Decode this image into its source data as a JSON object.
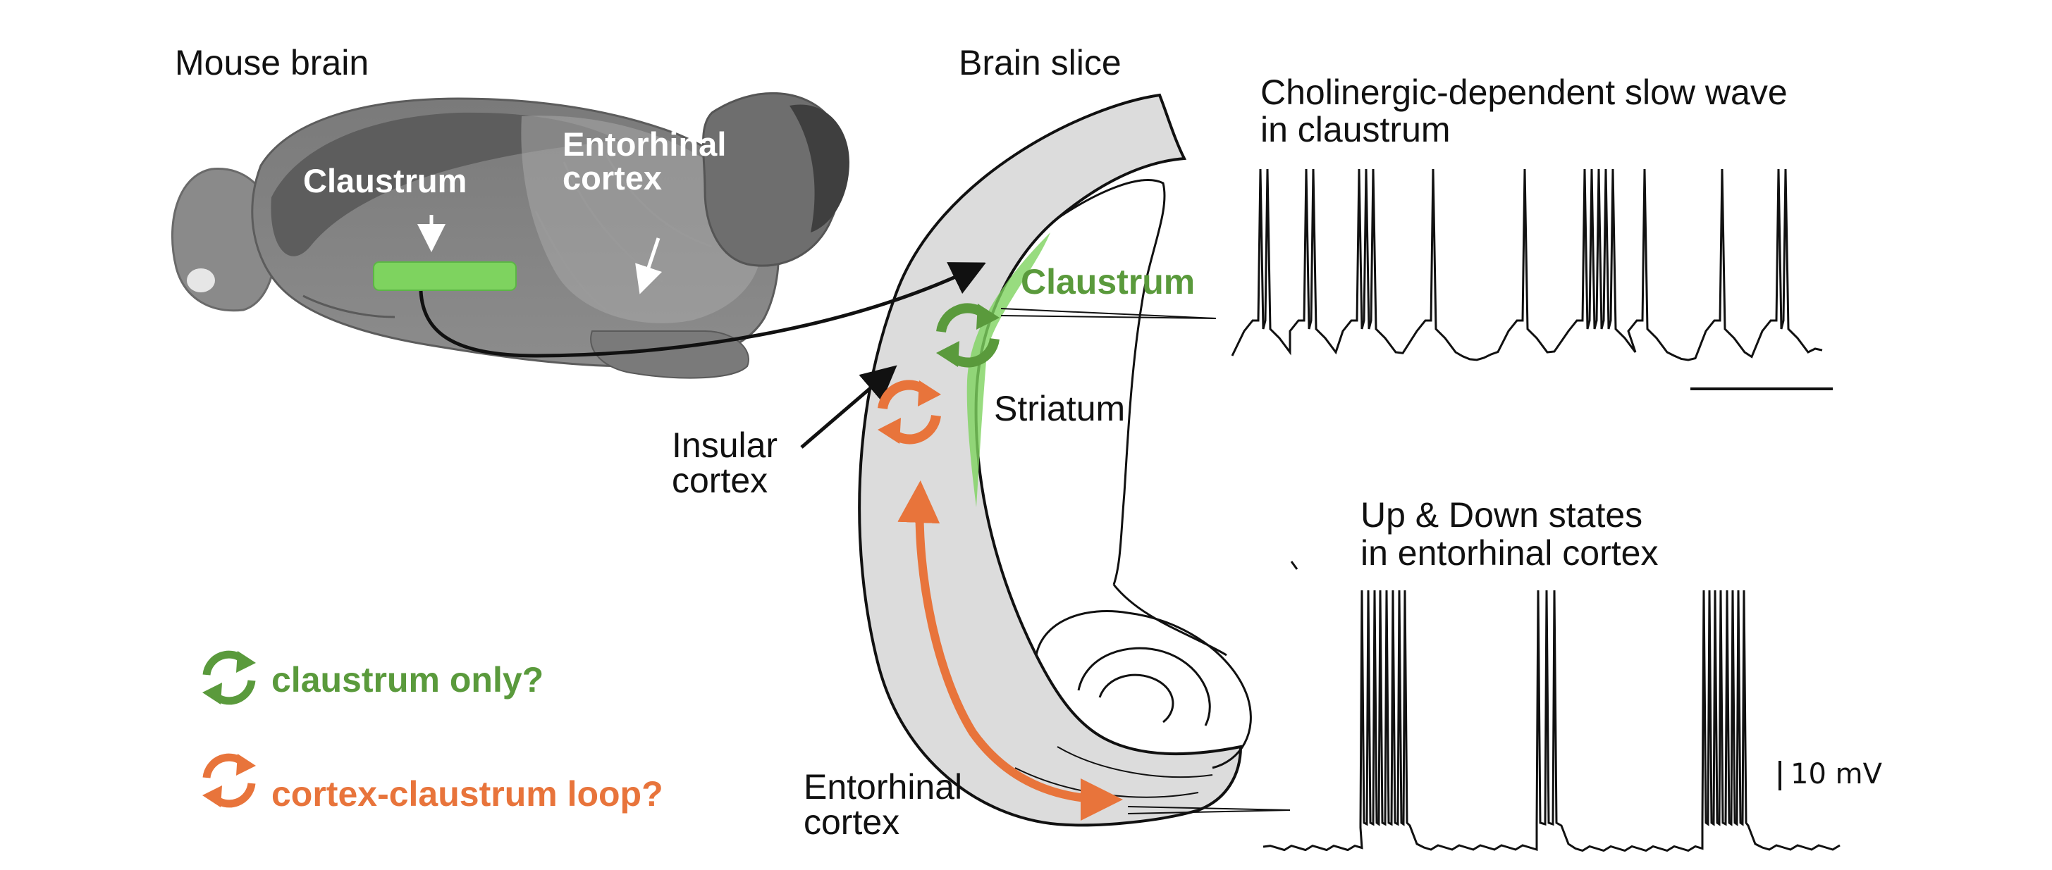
{
  "labels": {
    "mouse_brain": "Mouse brain",
    "brain_slice": "Brain slice",
    "claustrum_3d": "Claustrum",
    "entorhinal_3d_line1": "Entorhinal",
    "entorhinal_3d_line2": "cortex",
    "claustrum_slice": "Claustrum",
    "striatum": "Striatum",
    "insular_line1": "Insular",
    "insular_line2": "cortex",
    "entorhinal_slice_line1": "Entorhinal",
    "entorhinal_slice_line2": "cortex",
    "trace1_line1": "Cholinergic-dependent slow wave",
    "trace1_line2": "in claustrum",
    "trace2_line1": "Up & Down states",
    "trace2_line2": "in entorhinal cortex",
    "scale": "10 mV"
  },
  "legend": [
    {
      "icon": "green-loop-icon",
      "label": "claustrum only?",
      "color": "#5a9a3c"
    },
    {
      "icon": "orange-loop-icon",
      "label": "cortex-claustrum loop?",
      "color": "#e8743b"
    }
  ],
  "colors": {
    "claustrum_green": "#7ed35f",
    "legend_green": "#5a9a3c",
    "orange": "#e8743b",
    "brain_gray": "#8a8a8a",
    "slice_gray": "#dcdcdc"
  }
}
